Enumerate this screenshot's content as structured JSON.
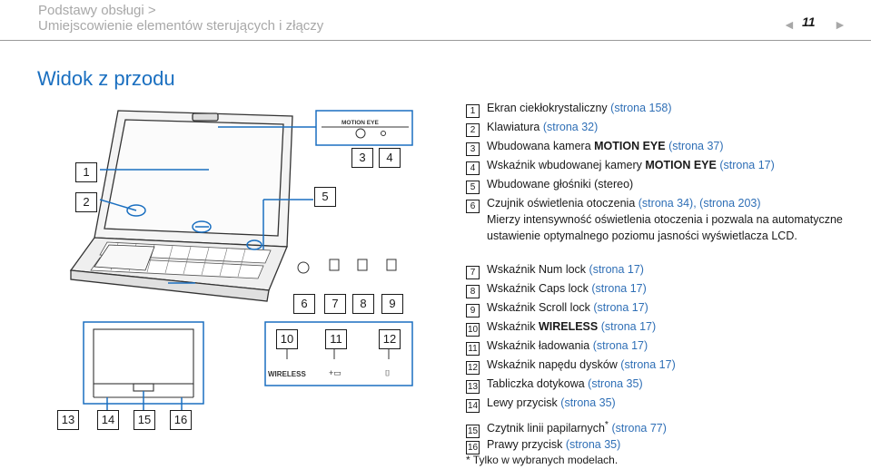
{
  "header": {
    "breadcrumb_line1": "Podstawy obsługi >",
    "breadcrumb_line2": "Umiejscowienie elementów sterujących i złączy",
    "page_number": "11",
    "prev_arrow": "◄",
    "next_arrow": "►"
  },
  "section_title": "Widok z przodu",
  "figure": {
    "motion_eye_label": "MOTION EYE",
    "wireless_label": "WIRELESS",
    "callouts": [
      "1",
      "2",
      "3",
      "4",
      "5",
      "6",
      "7",
      "8",
      "9",
      "10",
      "11",
      "12",
      "13",
      "14",
      "15",
      "16"
    ]
  },
  "legend": [
    {
      "num": "1",
      "text": "Ekran ciekłokrystaliczny ",
      "link": "(strona 158)"
    },
    {
      "num": "2",
      "text": "Klawiatura ",
      "link": "(strona 32)"
    },
    {
      "num": "3",
      "text": "Wbudowana kamera ",
      "bold": "MOTION EYE",
      "link": " (strona 37)"
    },
    {
      "num": "4",
      "text": "Wskaźnik wbudowanej kamery ",
      "bold": "MOTION EYE",
      "link": " (strona 17)"
    },
    {
      "num": "5",
      "text": "Wbudowane głośniki (stereo)"
    },
    {
      "num": "6",
      "text": "Czujnik oświetlenia otoczenia ",
      "link": "(strona 34), (strona 203)"
    },
    {
      "num": "7",
      "text": "Wskaźnik Num lock ",
      "link": "(strona 17)"
    },
    {
      "num": "8",
      "text": "Wskaźnik Caps lock ",
      "link": "(strona 17)"
    },
    {
      "num": "9",
      "text": "Wskaźnik Scroll lock ",
      "link": "(strona 17)"
    },
    {
      "num": "10",
      "text": "Wskaźnik ",
      "bold": "WIRELESS",
      "link": " (strona 17)"
    },
    {
      "num": "11",
      "text": "Wskaźnik ładowania ",
      "link": "(strona 17)"
    },
    {
      "num": "12",
      "text": "Wskaźnik napędu dysków ",
      "link": "(strona 17)"
    },
    {
      "num": "13",
      "text": "Tabliczka dotykowa ",
      "link": "(strona 35)"
    },
    {
      "num": "14",
      "text": "Lewy przycisk ",
      "link": "(strona 35)"
    },
    {
      "num": "15",
      "text": "Czytnik linii papilarnych",
      "sup": "*",
      "link": " (strona 77)"
    },
    {
      "num": "16",
      "text": "Prawy przycisk ",
      "link": "(strona 35)"
    }
  ],
  "sensor_description": "Mierzy intensywność oświetlenia otoczenia i pozwala na automatyczne ustawienie optymalnego poziomu jasności wyświetlacza LCD.",
  "footnote": "*   Tylko w wybranych modelach."
}
